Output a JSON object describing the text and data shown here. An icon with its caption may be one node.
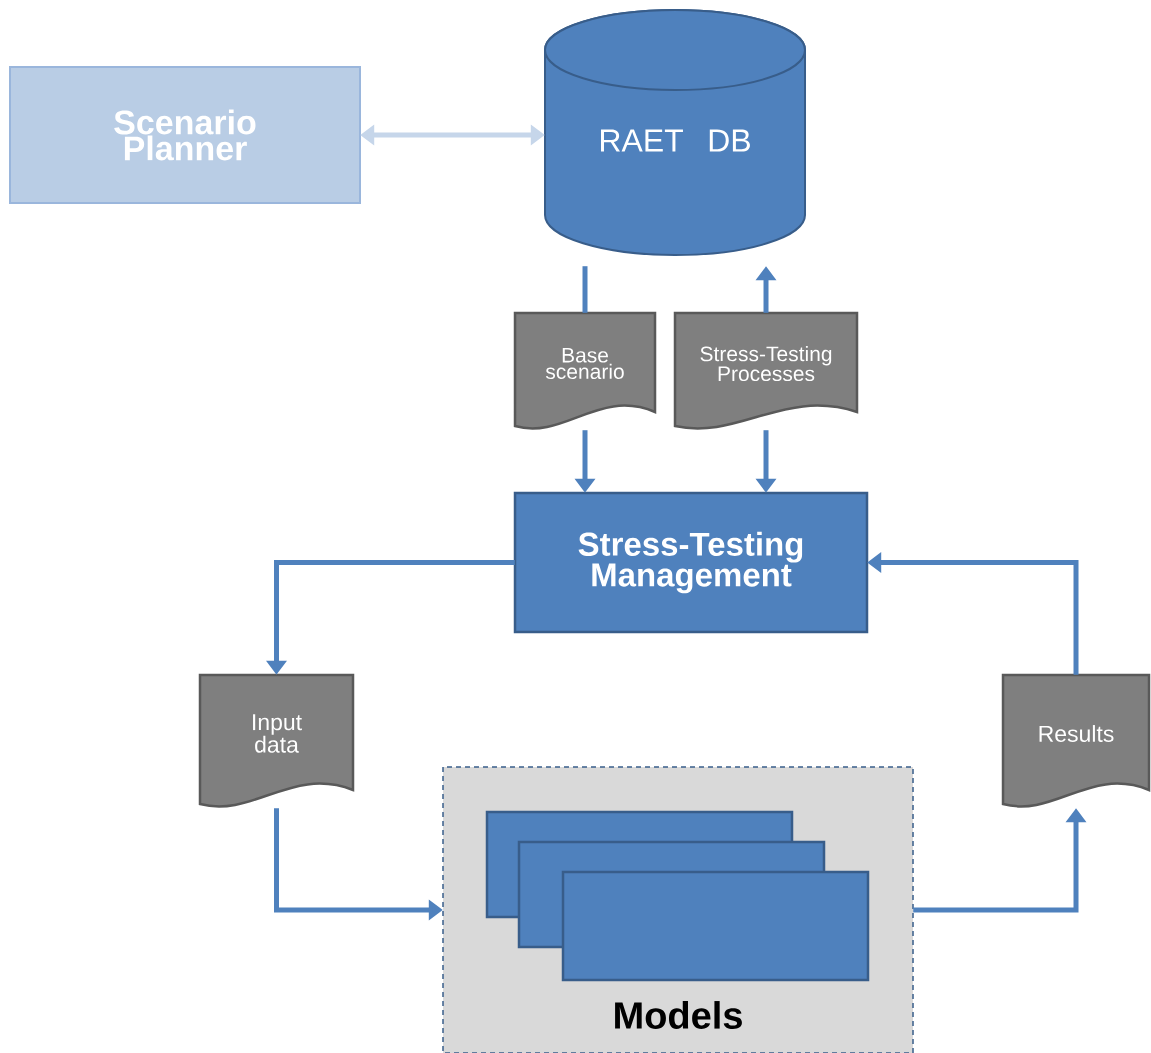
{
  "diagram": {
    "nodes": [
      {
        "text": [
          "Scenario Planner"
        ]
      },
      {
        "text": [
          "RAET DB"
        ]
      },
      {
        "text": [
          "Base scenario"
        ]
      },
      {
        "text": [
          "Stress-Testing Processes"
        ]
      },
      {
        "text": [
          "Stress-Testing Management"
        ]
      },
      {
        "text": [
          "Input data"
        ]
      },
      {
        "text": [
          "Results"
        ]
      },
      {
        "text": [
          "Models"
        ]
      },
      {
        "text": [],
        "shape": "box",
        "in": 7
      },
      {
        "text": [],
        "shape": "box",
        "in": 7
      },
      {
        "text": [],
        "shape": "box",
        "in": 7
      }
    ],
    "edges": [
      {
        "from": 0,
        "to": 1,
        "arrow": "both",
        "color": "#c6d6ea"
      },
      {
        "from": 1,
        "to": 2,
        "arrow": "none"
      },
      {
        "from": 2,
        "to": 4,
        "arrow": "to"
      },
      {
        "from": 3,
        "to": 1,
        "arrow": "to"
      },
      {
        "from": 3,
        "to": 4,
        "arrow": "to"
      },
      {
        "from": 4,
        "to": 5,
        "arrow": "to"
      },
      {
        "from": 5,
        "to": 7,
        "arrow": "to"
      },
      {
        "from": 7,
        "to": 6,
        "arrow": "to"
      },
      {
        "from": 6,
        "to": 4,
        "arrow": "to"
      }
    ]
  }
}
